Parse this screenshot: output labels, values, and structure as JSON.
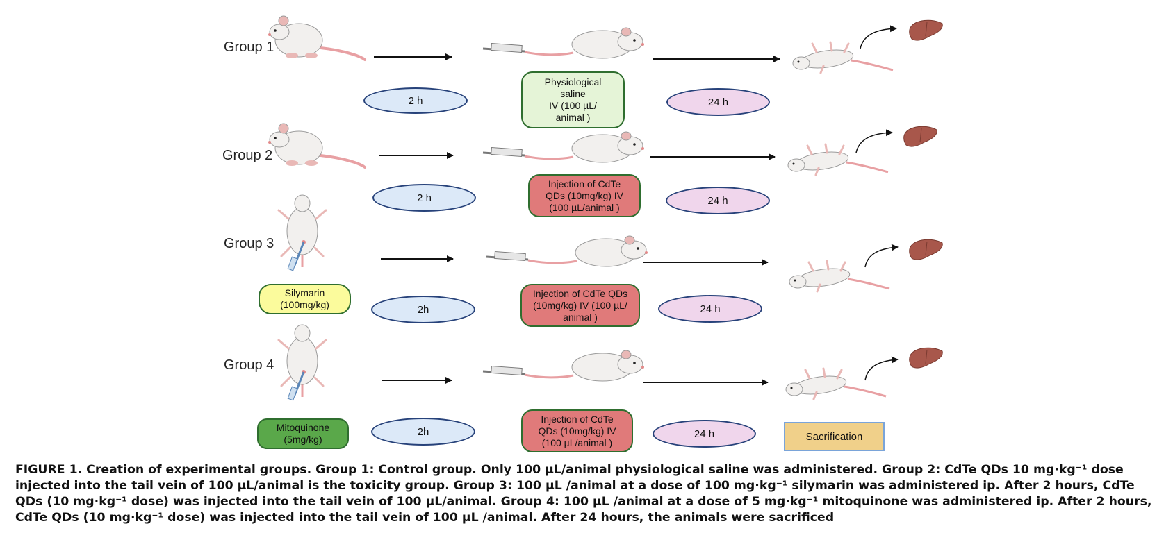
{
  "groups": [
    {
      "label": "Group 1",
      "pre": "",
      "wait1": "2 h",
      "injection": "Physiological\nsaline\nIV (100 µL/\nanimal )",
      "wait2": "24 h"
    },
    {
      "label": "Group 2",
      "pre": "",
      "wait1": "2 h",
      "injection": "Injection of CdTe\nQDs (10mg/kg) IV\n(100 µL/animal )",
      "wait2": "24 h"
    },
    {
      "label": "Group 3",
      "pre": "Silymarin\n(100mg/kg)",
      "wait1": "2h",
      "injection": "Injection of CdTe QDs\n(10mg/kg) IV (100 µL/\nanimal )",
      "wait2": "24 h"
    },
    {
      "label": "Group 4",
      "pre": "Mitoquinone\n(5mg/kg)",
      "wait1": "2h",
      "injection": "Injection of CdTe\nQDs (10mg/kg) IV\n(100 µL/animal )",
      "wait2": "24 h"
    }
  ],
  "sacrification": "Sacrification",
  "caption": "FIGURE 1. Creation of experimental groups. Group 1: Control group. Only 100 µL/animal physiological saline was administered. Group 2: CdTe QDs 10 mg·kg⁻¹ dose injected into the tail vein of 100 µL/animal is the toxicity group. Group 3: 100 µL /animal at a dose of 100 mg·kg⁻¹ silymarin was administered ip. After 2 hours, CdTe QDs (10 mg·kg⁻¹ dose) was injected into the tail vein of 100 µL/animal. Group 4: 100 µL /animal at a dose of 5 mg·kg⁻¹ mitoquinone was administered ip. After 2 hours, CdTe QDs (10 mg·kg⁻¹ dose) was injected into the tail vein of 100 µL /animal. After 24 hours, the animals were sacrificed",
  "colors": {
    "rat_body": "#f2f0ee",
    "rat_tail": "#e8a0a3",
    "liver": "#a8574b",
    "ellipse_border": "#27427a",
    "box_border": "#2f6e2f",
    "injection_fill": "#e07a7a",
    "wait1_fill": "#dce9f8",
    "wait2_fill": "#f0d6ec"
  },
  "icons": [
    "rat-icon",
    "supine-rat-icon",
    "rat-tail-injection-icon",
    "dead-rat-icon",
    "liver-icon",
    "curved-arrow-icon",
    "arrow-icon"
  ]
}
